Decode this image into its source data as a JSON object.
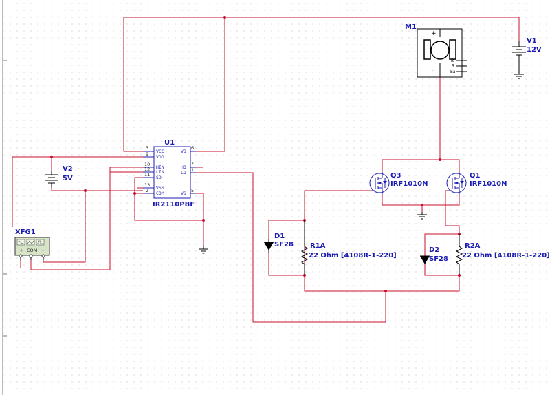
{
  "colors": {
    "background": "#ffffff",
    "grid_dot": "#b7b7b7",
    "wire": "#c8102e",
    "symbol": "#1b1bb3",
    "junction": "#c8102e"
  },
  "components": {
    "u1": {
      "ref": "U1",
      "value": "IR2110PBF",
      "left_pins": [
        {
          "num": "3",
          "name": "VCC"
        },
        {
          "num": "9",
          "name": "VDD"
        },
        {
          "num": "10",
          "name": "HIN"
        },
        {
          "num": "12",
          "name": "LIN"
        },
        {
          "num": "11",
          "name": "SD"
        },
        {
          "num": "13",
          "name": "VSS"
        },
        {
          "num": "2",
          "name": "COM"
        }
      ],
      "right_pins": [
        {
          "num": "6",
          "name": "VB"
        },
        {
          "num": "7",
          "name": "HO"
        },
        {
          "num": "1",
          "name": "LO"
        },
        {
          "num": "5",
          "name": "VS"
        }
      ]
    },
    "v2": {
      "ref": "V2",
      "value": "5V"
    },
    "v1": {
      "ref": "V1",
      "value": "12V"
    },
    "m1": {
      "ref": "M1",
      "plus": "+",
      "minus": "-",
      "terminals": [
        "Te",
        "θ",
        "Ea"
      ]
    },
    "xfg1": {
      "ref": "XFG1",
      "com_label": "COM",
      "plus": "+",
      "minus": "−"
    },
    "q3": {
      "ref": "Q3",
      "value": "IRF1010N"
    },
    "q1": {
      "ref": "Q1",
      "value": "IRF1010N"
    },
    "d1": {
      "ref": "D1",
      "value": "SF28"
    },
    "d2": {
      "ref": "D2",
      "value": "SF28"
    },
    "r1a": {
      "ref": "R1A",
      "value": "22 Ohm  [4108R-1-220]"
    },
    "r2a": {
      "ref": "R2A",
      "value": "22 Ohm  [4108R-1-220]"
    }
  }
}
